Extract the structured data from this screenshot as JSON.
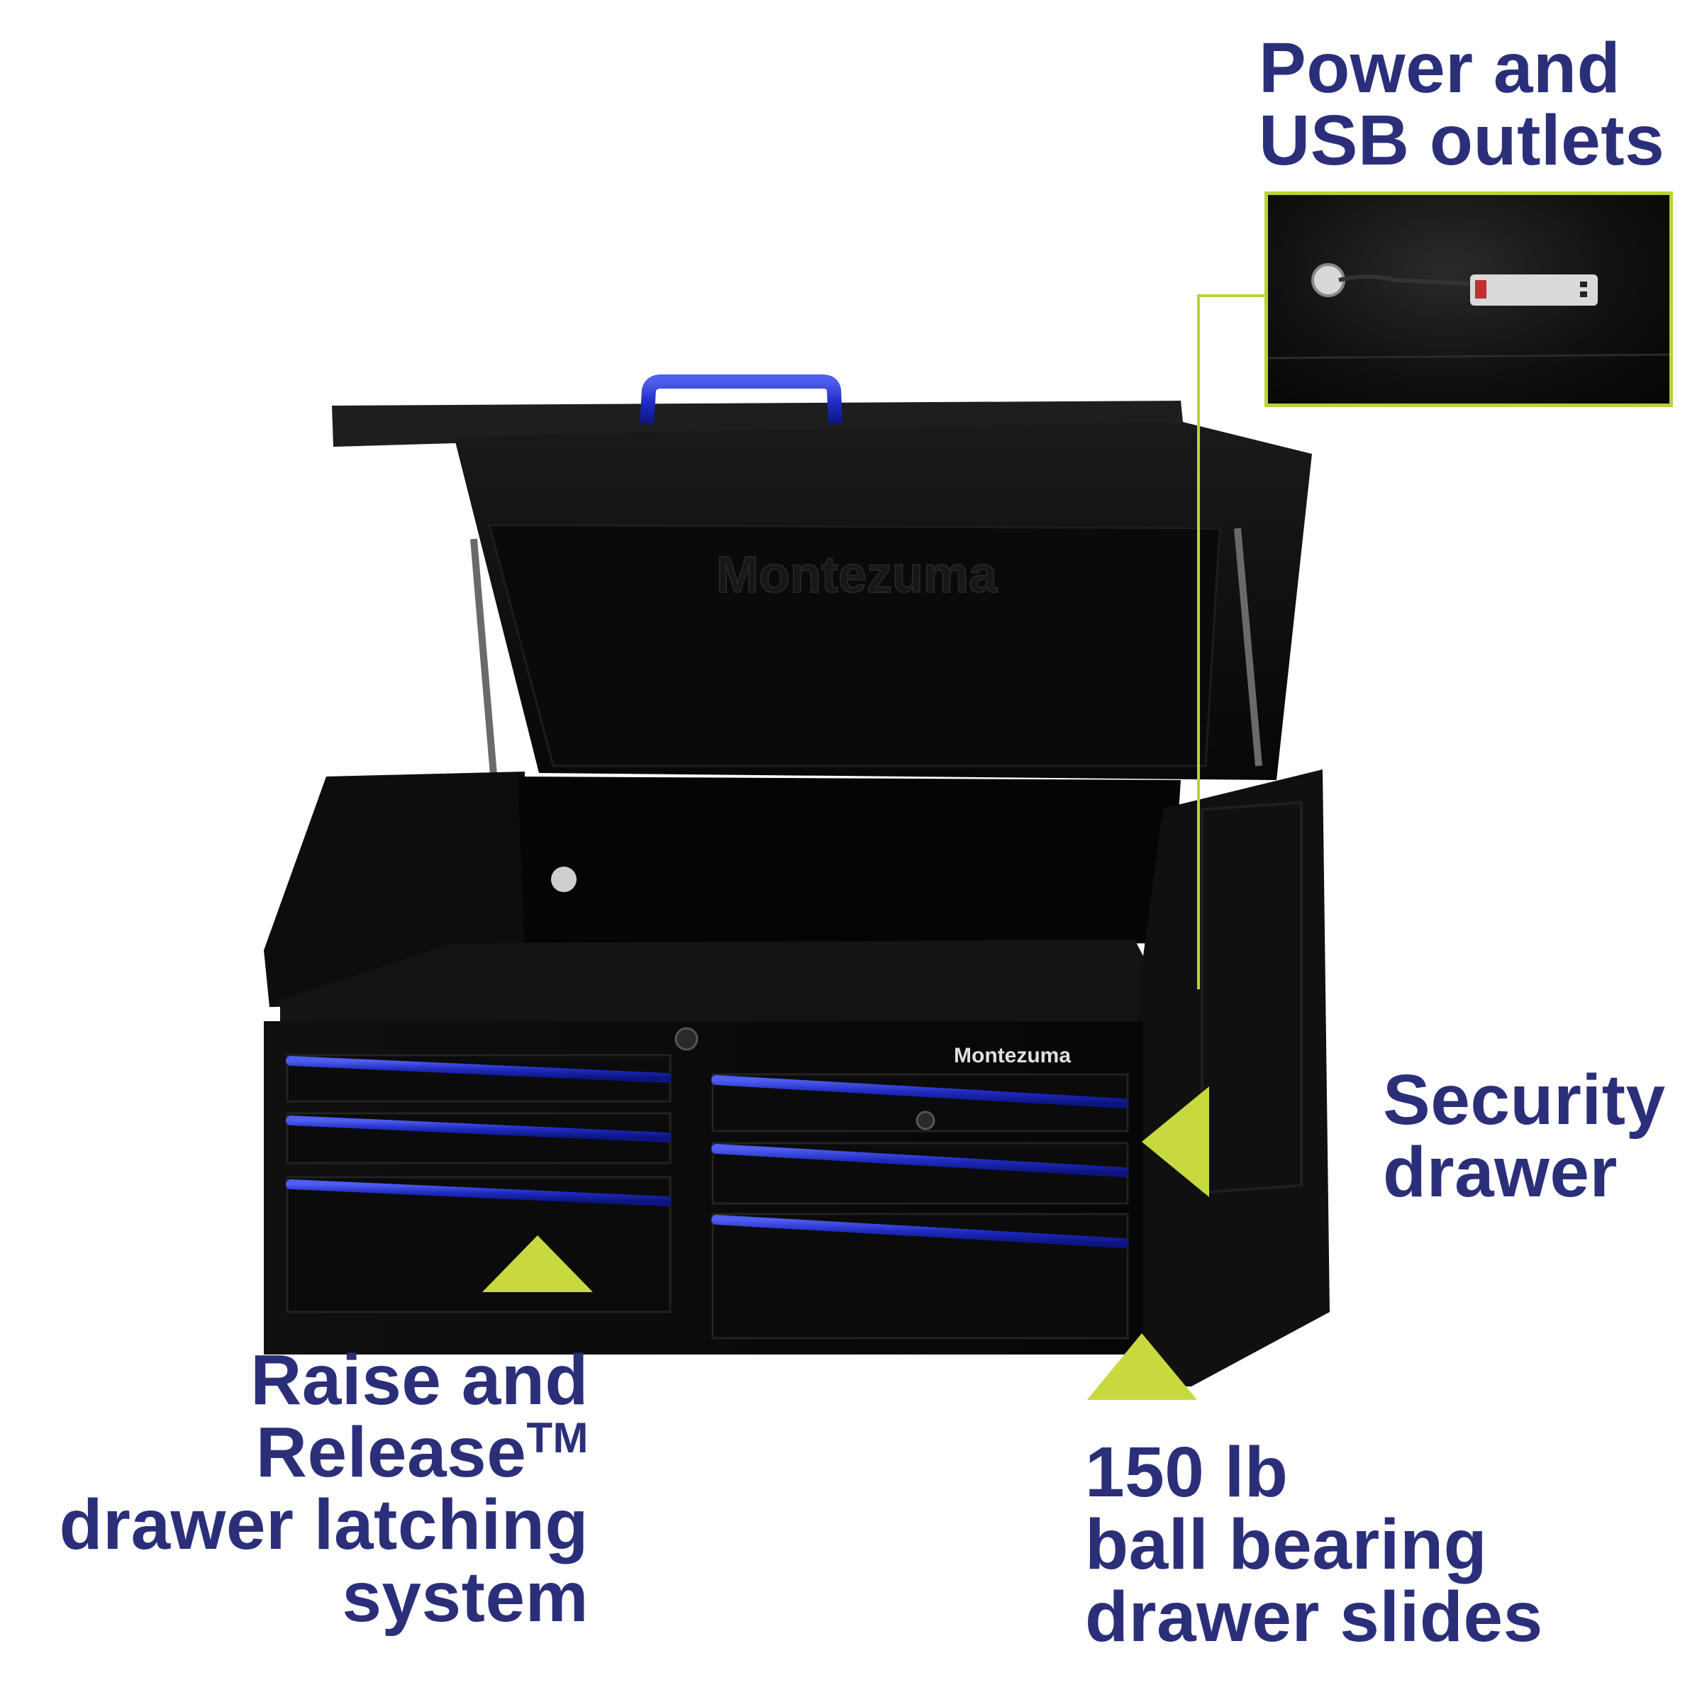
{
  "callouts": {
    "power_usb": {
      "line1": "Power and",
      "line2": "USB outlets"
    },
    "security": {
      "line1": "Security",
      "line2": "drawer"
    },
    "raise_release": {
      "line1": "Raise and",
      "line2": "Release",
      "tm": "TM",
      "line3": "drawer latching",
      "line4": "system"
    },
    "slides": {
      "line1": "150 lb",
      "line2": "ball bearing",
      "line3": "drawer slides"
    }
  },
  "brand": {
    "logo_text": "Montezuma",
    "emboss_text": "Montezuma"
  },
  "colors": {
    "heading": "#2b2f7a",
    "accent_green": "#b7d437",
    "drawer_handle": "#2b3ad1",
    "body": "#0b0b0b"
  }
}
